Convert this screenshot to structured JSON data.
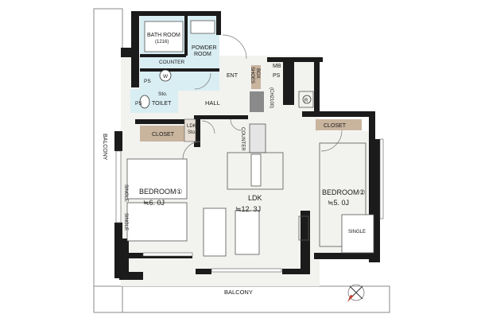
{
  "labels": {
    "bath_room": "BATH ROOM",
    "bath_size": "(1216)",
    "powder_room_1": "POWDER",
    "powder_room_2": "ROOM",
    "counter_top": "COUNTER",
    "washer": "W",
    "ps": "PS",
    "ent": "ENT",
    "shoes_box_1": "SHOES",
    "shoes_box_2": "BOX",
    "mb": "MB",
    "sto": "Sto.",
    "toilet": "TOILET",
    "hall": "HALL",
    "refrigerator": "R",
    "ceiling_height": "(CH2100)",
    "ldk_sto_1": "LDK",
    "ldk_sto_2": "Sto.",
    "closet": "CLOSET",
    "counter_vertical": "COUNTER",
    "balcony": "BALCONY",
    "bedroom1": "BEDROOM①",
    "bedroom1_size": "≒6. 0J",
    "single": "SINGLE",
    "ldk": "LDK",
    "ldk_size": "≒12. 3J",
    "bedroom2": "BEDROOM②",
    "bedroom2_size": "≒5. 0J"
  }
}
